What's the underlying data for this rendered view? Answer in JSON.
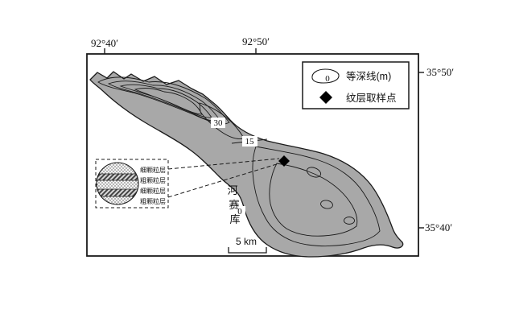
{
  "figure": {
    "axis_labels": {
      "lon_left": "92°40′",
      "lon_right": "92°50′",
      "lat_top": "35°50′",
      "lat_bottom": "35°40′"
    },
    "legend": {
      "isobath_value": "0",
      "isobath_label": "等深线(m)",
      "sample_label": "纹层取样点"
    },
    "contour_labels": {
      "deep": "30",
      "mid": "15",
      "shore": "0"
    },
    "river": {
      "chars": [
        "河",
        "赛",
        "库"
      ]
    },
    "scale": {
      "label": "5 km"
    },
    "core_inset": {
      "layers": [
        "细颗粒层",
        "粗颗粒层",
        "细颗粒层",
        "粗颗粒层"
      ]
    },
    "colors": {
      "lake_fill": "#a8a8a8",
      "line": "#1a1a1a",
      "paper": "#ffffff"
    }
  }
}
